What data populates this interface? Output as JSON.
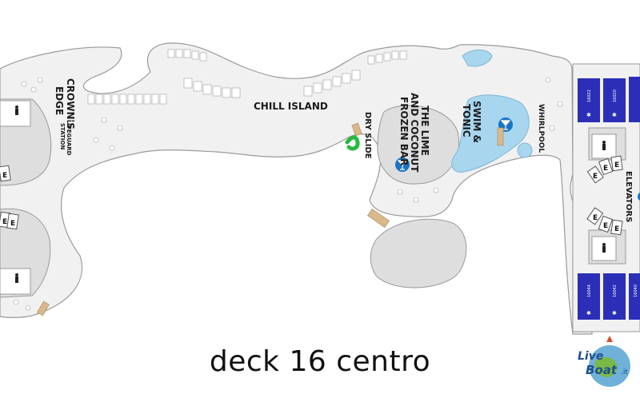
{
  "labels": {
    "crowns_edge": [
      "CROWN'S",
      "EDGE"
    ],
    "lifeguard": [
      "LIFEGUARD",
      "STATION"
    ],
    "chill_island": "CHILL ISLAND",
    "dry_slide": "DRY SLIDE",
    "lime_bar": [
      "THE LIME",
      "AND COCONUT",
      "FROZEN BAR"
    ],
    "swim_tonic": [
      "SWIM &",
      "TONIC"
    ],
    "whirlpool": "WHIRLPOOL",
    "elevators": "ELEVATORS"
  },
  "cabins": {
    "top": [
      "16022",
      "16020"
    ],
    "bottom": [
      "16044",
      "16042",
      "16040"
    ]
  },
  "elevator_letter": "E",
  "caption": "deck 16 centro",
  "logo": {
    "line1": "Live",
    "line2": "Boat",
    "suffix": ".it"
  },
  "colors": {
    "deck": "#f1f1f1",
    "outline": "#9a9a9a",
    "area": "#dedede",
    "cabin": "#2b2fb8",
    "pool": "#a8d6ee",
    "bar_icon": "#1a74c4",
    "wood": "#d9b98a",
    "slide": "#27b93c"
  }
}
